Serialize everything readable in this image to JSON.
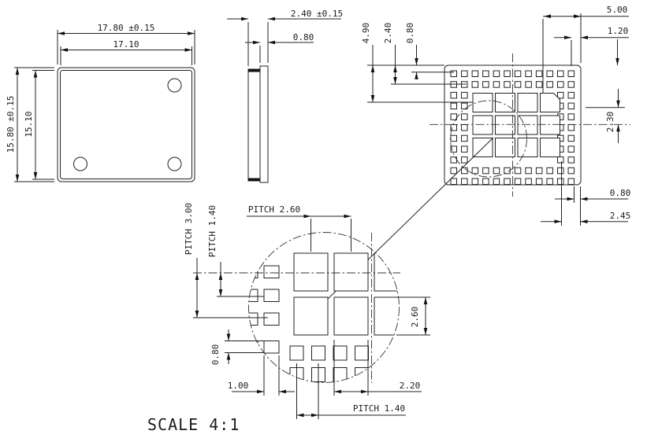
{
  "scale_label": "SCALE 4:1",
  "top_view": {
    "width_outer": "17.80 ±0.15",
    "width_inner": "17.10",
    "height_outer": "15.80 ±0.15",
    "height_inner": "15.10"
  },
  "side_view": {
    "total_thickness": "2.40 ±0.15",
    "body_thickness": "0.80"
  },
  "bottom_view": {
    "edge_to_grid": "4.90",
    "edge_to_inner_row": "2.40",
    "edge_to_outer_row": "0.80",
    "corner_to_center": "5.00",
    "corner_pad": "1.20",
    "center_to_row": "2.30",
    "pad_size_right": "0.80",
    "corner_offset": "2.45"
  },
  "detail_view": {
    "pitch_rows": "PITCH 3.00",
    "pitch_small_rows": "PITCH 1.40",
    "pitch_columns": "PITCH 2.60",
    "large_pad_height": "2.60",
    "small_pad_height": "0.80",
    "side_pad_width": "1.00",
    "large_pad_width": "2.20",
    "pitch_small_columns": "PITCH 1.40"
  }
}
